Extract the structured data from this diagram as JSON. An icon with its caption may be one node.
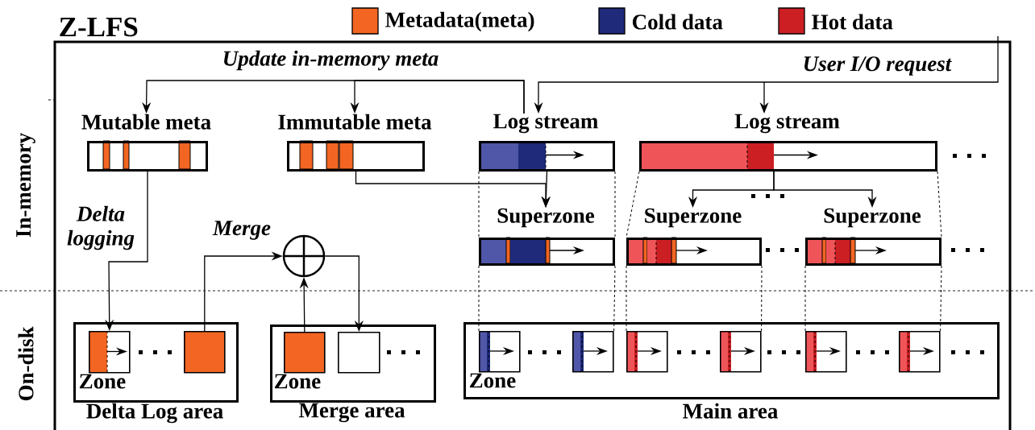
{
  "diagram": {
    "nodes": [
      {
        "text": [
          "Z-LFS"
        ]
      },
      {
        "text": [
          "Mutable meta"
        ],
        "in": 0
      },
      {
        "text": [
          "Immutable meta"
        ],
        "in": 0
      },
      {
        "text": [
          "Log stream"
        ],
        "in": 0
      },
      {
        "text": [
          "Log stream"
        ],
        "in": 0
      },
      {
        "text": [
          "Superzone"
        ],
        "in": 0
      },
      {
        "text": [
          "Superzone"
        ],
        "in": 0
      },
      {
        "text": [
          "Superzone"
        ],
        "in": 0
      },
      {
        "text": [],
        "shape": "circle",
        "beside": [
          "Merge"
        ],
        "in": 0
      },
      {
        "text": [
          "Delta Log area"
        ],
        "in": 0
      },
      {
        "text": [
          "Zone"
        ],
        "in": 9
      },
      {
        "text": [],
        "shape": "box",
        "in": 9
      },
      {
        "text": [
          "Merge area"
        ],
        "in": 0
      },
      {
        "text": [
          "Zone"
        ],
        "in": 12
      },
      {
        "text": [],
        "shape": "box",
        "in": 12
      },
      {
        "text": [
          "Main area"
        ],
        "in": 0
      },
      {
        "text": [
          "Zone"
        ],
        "in": 15
      },
      {
        "text": [],
        "shape": "box",
        "in": 15
      },
      {
        "text": [],
        "shape": "box",
        "in": 15
      },
      {
        "text": [],
        "shape": "box",
        "in": 15
      },
      {
        "text": [],
        "shape": "box",
        "in": 15
      },
      {
        "text": [],
        "shape": "box",
        "in": 15
      }
    ],
    "edges": [
      {
        "from": null,
        "to": 3,
        "arrow": "to",
        "label": "User I/O request"
      },
      {
        "from": null,
        "to": 4,
        "arrow": "to"
      },
      {
        "from": 3,
        "to": 1,
        "arrow": "to",
        "label": "Update in-memory meta"
      },
      {
        "from": 3,
        "to": 2,
        "arrow": "to"
      },
      {
        "from": 2,
        "to": 5,
        "arrow": "to"
      },
      {
        "from": 3,
        "to": 5,
        "arrow": "to"
      },
      {
        "from": 4,
        "to": 6,
        "arrow": "to"
      },
      {
        "from": 4,
        "to": 7,
        "arrow": "to"
      },
      {
        "from": 1,
        "to": 10,
        "arrow": "to",
        "label": "Delta logging"
      },
      {
        "from": 11,
        "to": 8,
        "arrow": "to"
      },
      {
        "from": 13,
        "to": 8,
        "arrow": "to"
      },
      {
        "from": 8,
        "to": 14,
        "arrow": "to"
      },
      {
        "from": 3,
        "to": 5,
        "arrow": "none",
        "style": "dashed"
      },
      {
        "from": 4,
        "to": 6,
        "arrow": "none",
        "style": "dashed"
      },
      {
        "from": 4,
        "to": 7,
        "arrow": "none",
        "style": "dashed"
      },
      {
        "from": 5,
        "to": 16,
        "arrow": "none",
        "style": "dashed"
      },
      {
        "from": 5,
        "to": 17,
        "arrow": "none",
        "style": "dashed"
      },
      {
        "from": 6,
        "to": 18,
        "arrow": "none",
        "style": "dashed"
      },
      {
        "from": 6,
        "to": 19,
        "arrow": "none",
        "style": "dashed"
      },
      {
        "from": 7,
        "to": 20,
        "arrow": "none",
        "style": "dashed"
      },
      {
        "from": 7,
        "to": 21,
        "arrow": "none",
        "style": "dashed"
      }
    ],
    "labels": [
      "In-memory",
      "On-disk"
    ],
    "legend": [
      {
        "text": "Metadata(meta)",
        "color": "#f26522"
      },
      {
        "text": "Cold data",
        "color": "#1f2a7a"
      },
      {
        "text": "Hot data",
        "color": "#cc1f24"
      }
    ]
  }
}
